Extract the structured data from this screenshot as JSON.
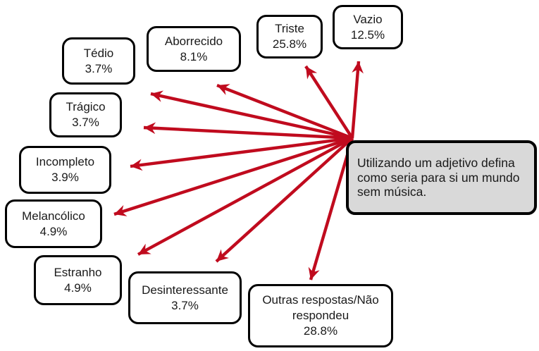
{
  "center": {
    "text": "Utilizando um adjetivo defina como seria para si um mundo sem música."
  },
  "nodes": [
    {
      "label": "Tédio",
      "value": "3.7%"
    },
    {
      "label": "Aborrecido",
      "value": "8.1%"
    },
    {
      "label": "Triste",
      "value": "25.8%"
    },
    {
      "label": "Vazio",
      "value": "12.5%"
    },
    {
      "label": "Trágico",
      "value": "3.7%"
    },
    {
      "label": "Incompleto",
      "value": "3.9%"
    },
    {
      "label": "Melancólico",
      "value": "4.9%"
    },
    {
      "label": "Estranho",
      "value": "4.9%"
    },
    {
      "label": "Desinteressante",
      "value": "3.7%"
    },
    {
      "label": "Outras respostas/Não respondeu",
      "value": "28.8%"
    }
  ],
  "colors": {
    "arrow_red": "#c00b1e",
    "box_border": "#000000",
    "box_fill": "#ffffff",
    "center_fill": "#d9d9d9",
    "background": "#ffffff",
    "text": "#1a1a1a"
  }
}
